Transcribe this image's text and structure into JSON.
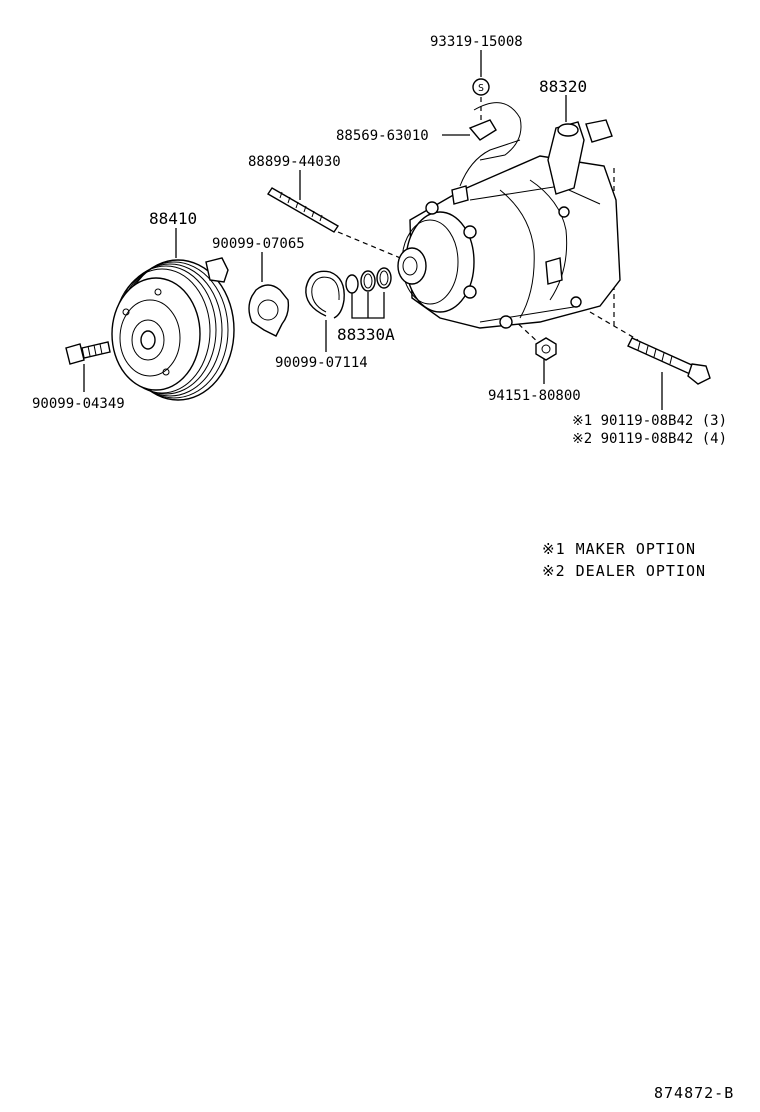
{
  "parts": {
    "sensor": "93319-15008",
    "compressor": "88320",
    "wire_clip": "88569-63010",
    "stud": "88899-44030",
    "clutch": "88410",
    "shim": "90099-07065",
    "snap_ring": "90099-07114",
    "orings": "88330A",
    "bolt_small": "90099-04349",
    "nut": "94151-80800",
    "bolt_option1": "※1 90119-08B42 (3)",
    "bolt_option2": "※2 90119-08B42 (4)"
  },
  "notes": {
    "note1": "※1 MAKER OPTION",
    "note2": "※2 DEALER OPTION"
  },
  "diagram_id": "874872-B",
  "sensor_symbol": "S"
}
